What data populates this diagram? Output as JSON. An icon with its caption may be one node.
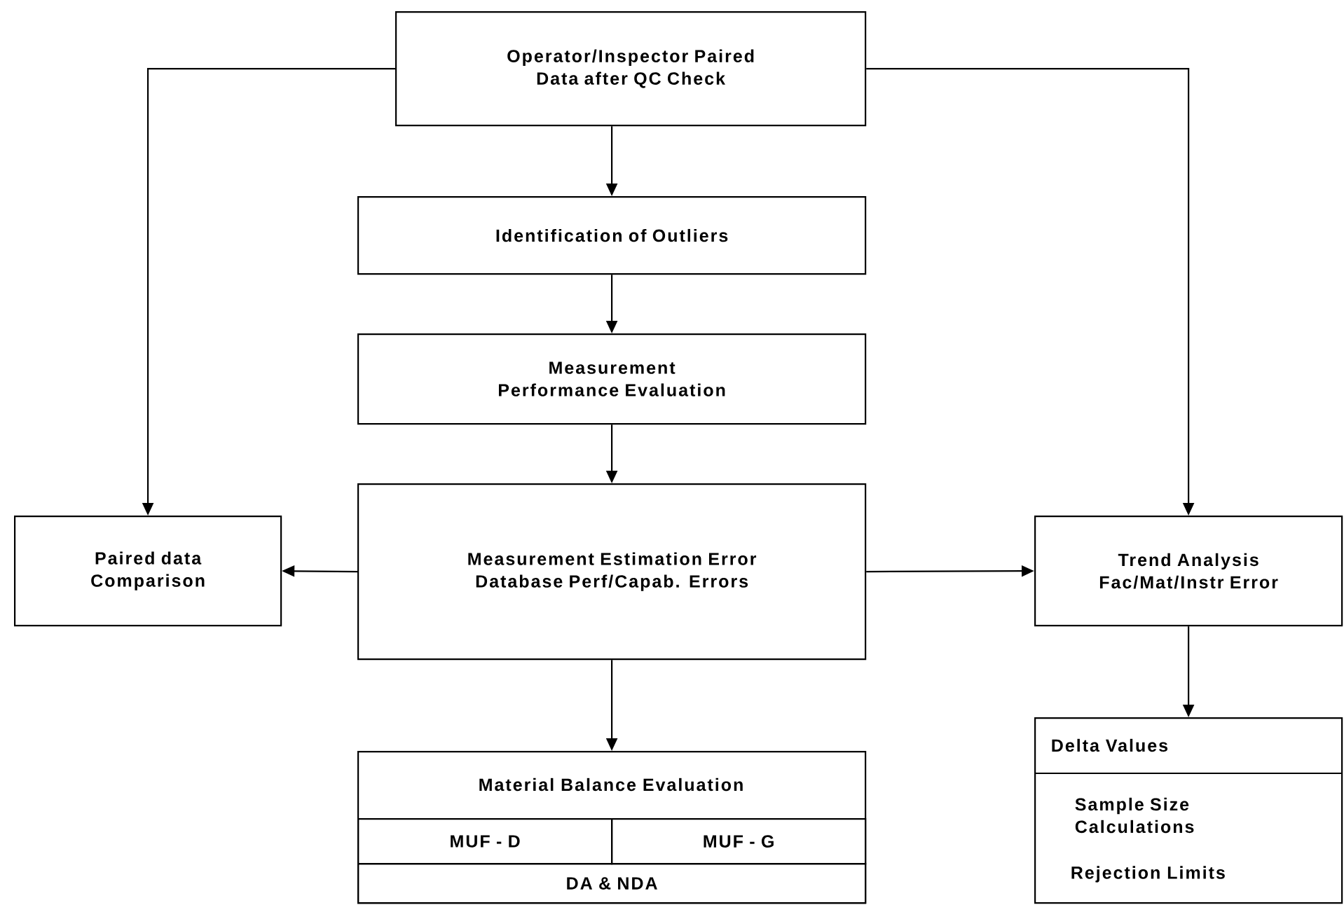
{
  "diagram": {
    "nodes": [
      {
        "text": [
          "Operator/Inspector Paired Data after QC Check"
        ]
      },
      {
        "text": [
          "Identification of Outliers"
        ]
      },
      {
        "text": [
          "Measurement Performance Evaluation"
        ]
      },
      {
        "text": [
          "Paired data Comparison"
        ]
      },
      {
        "text": [
          "Measurement Estimation Error Database Perf/Capab. Errors"
        ]
      },
      {
        "text": [
          "Trend Analysis Fac/Mat/Instr Error"
        ]
      },
      {
        "text": [
          "Material Balance Evaluation"
        ]
      },
      {
        "text": [
          "MUF - D"
        ],
        "in": 6
      },
      {
        "text": [
          "MUF - G"
        ],
        "in": 6
      },
      {
        "text": [
          "DA & NDA"
        ],
        "in": 6
      },
      {
        "text": [
          "Delta Values",
          "Sample Size Calculations",
          "Rejection Limits"
        ]
      }
    ],
    "edges": [
      {
        "from": 0,
        "to": 1,
        "arrow": "to"
      },
      {
        "from": 1,
        "to": 2,
        "arrow": "to"
      },
      {
        "from": 2,
        "to": 4,
        "arrow": "to"
      },
      {
        "from": 0,
        "to": 3,
        "arrow": "to"
      },
      {
        "from": 0,
        "to": 5,
        "arrow": "to"
      },
      {
        "from": 4,
        "to": 3,
        "arrow": "to"
      },
      {
        "from": 4,
        "to": 5,
        "arrow": "to"
      },
      {
        "from": 4,
        "to": 6,
        "arrow": "to"
      },
      {
        "from": 5,
        "to": 10,
        "arrow": "to"
      }
    ]
  }
}
